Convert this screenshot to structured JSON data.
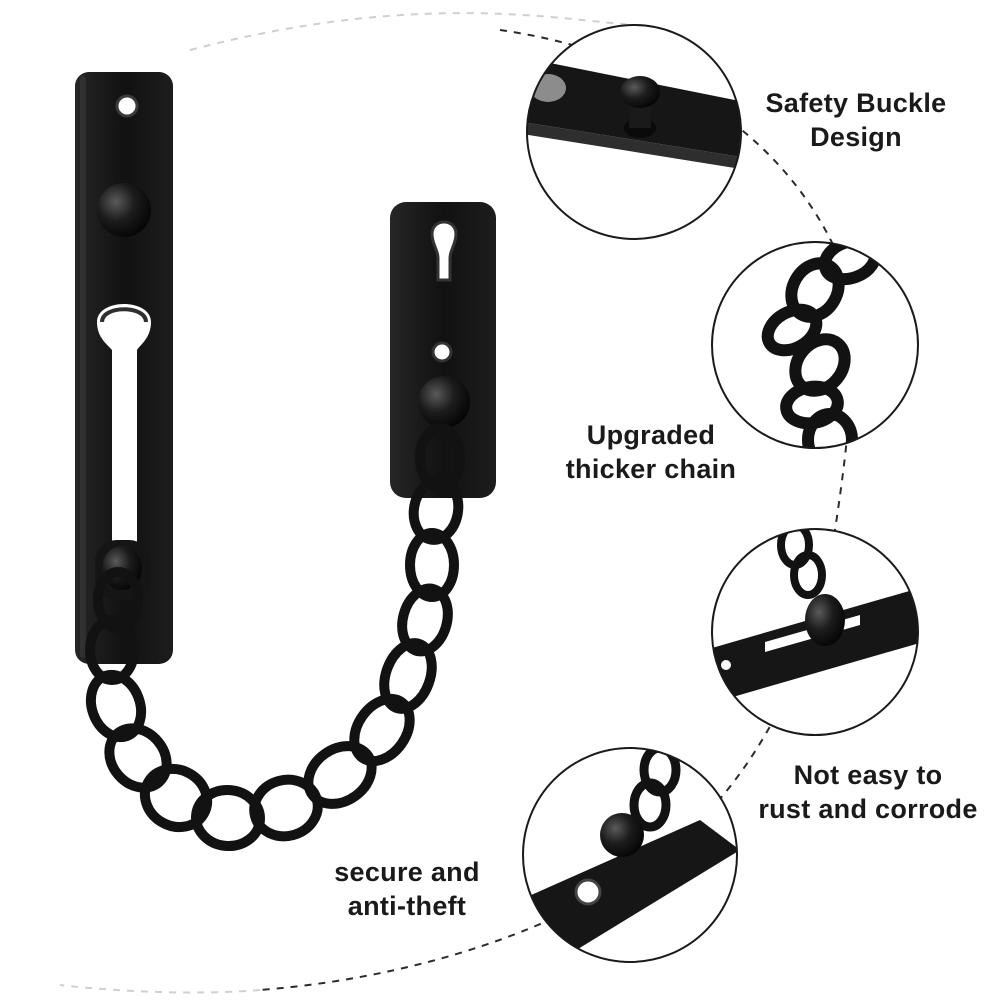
{
  "features": {
    "safety_buckle": "Safety Buckle\nDesign",
    "thicker_chain": "Upgraded\nthicker chain",
    "rust_resistant": "Not easy to\nrust and corrode",
    "secure": "secure and\nanti-theft"
  },
  "colors": {
    "metal": "#141414",
    "metal_highlight": "#3a3a3a",
    "background": "#ffffff",
    "text": "#1a1a1a",
    "dashed_line": "#2b2b2b"
  }
}
